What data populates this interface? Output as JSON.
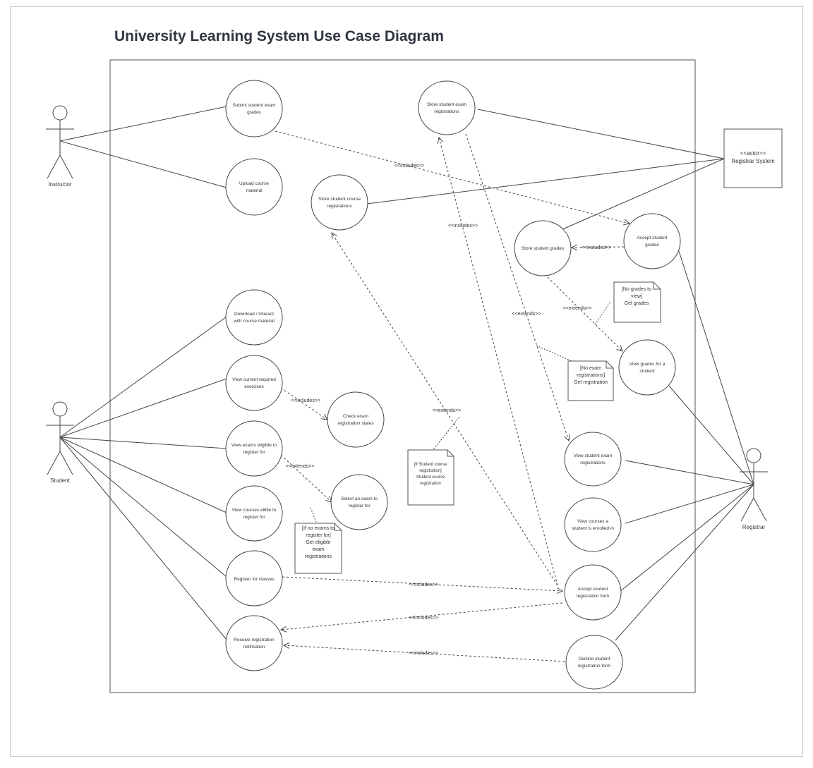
{
  "title": "University Learning System Use Case Diagram",
  "actors": {
    "instructor": "Instructor",
    "student": "Student",
    "registrar": "Registrar",
    "registrar_system": {
      "stereotype": "<<actor>>",
      "name": "Registrar System"
    }
  },
  "use_cases": {
    "submit_grades": [
      "Submit student exam",
      "grades"
    ],
    "upload_material": [
      "Upload course",
      "material"
    ],
    "store_exam_reg": [
      "Store student exam",
      "registrations"
    ],
    "store_course_reg": [
      "Store student course",
      "registrations"
    ],
    "store_grades": [
      "Store student grades"
    ],
    "accept_grades": [
      "Accept student",
      "grades"
    ],
    "download_material": [
      "Download / Interact",
      "with course material"
    ],
    "view_exercises": [
      "View current required",
      "exercises"
    ],
    "check_exam_status": [
      "Check exam",
      "registration states"
    ],
    "view_exams_eligible": [
      "View exams eligible to",
      "register for"
    ],
    "select_exam": [
      "Select an exam to",
      "register for"
    ],
    "view_courses_eligible": [
      "View courses elible to",
      "register for"
    ],
    "register_classes": [
      "Register for classes"
    ],
    "receive_notification": [
      "Receive  registration",
      "notification"
    ],
    "view_grades": [
      "View grades for a",
      "student"
    ],
    "view_exam_regs": [
      "View student exam",
      "registrations"
    ],
    "view_courses_enrolled": [
      "View courses a",
      "student is enrolled in"
    ],
    "accept_reg_form": [
      "Accept student",
      "registration form"
    ],
    "decline_reg_form": [
      "Decline student",
      "registration form"
    ]
  },
  "relation_labels": {
    "includes": "<<includes>>",
    "extends": "<<extends>>"
  },
  "notes": {
    "no_grades": [
      "[No grades to",
      "view]",
      "",
      "Get grades"
    ],
    "no_exam_regs": [
      "[No exam",
      "registrations]",
      "",
      "Get registration"
    ],
    "no_course_reg": [
      "[If Student course",
      "registration]",
      "",
      "Student course",
      "registration"
    ],
    "no_exams": [
      "[If no exams to",
      "register for]",
      "",
      "Get eligible",
      "exam",
      "registrations"
    ]
  }
}
